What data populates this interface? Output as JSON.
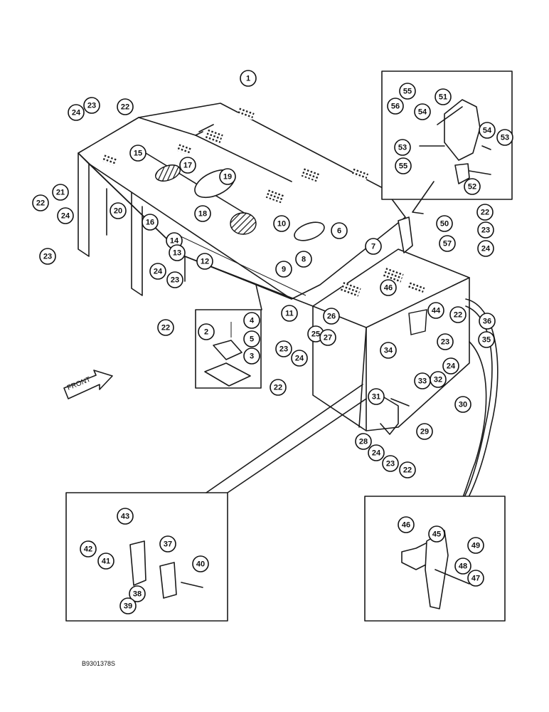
{
  "figure": {
    "code": "B9301378S",
    "direction_label": "FRONT"
  },
  "callouts": [
    "1",
    "2",
    "3",
    "4",
    "5",
    "6",
    "7",
    "8",
    "9",
    "10",
    "11",
    "12",
    "13",
    "14",
    "15",
    "16",
    "17",
    "18",
    "19",
    "20",
    "21",
    "22",
    "23",
    "24",
    "25",
    "26",
    "27",
    "28",
    "29",
    "30",
    "31",
    "32",
    "33",
    "34",
    "35",
    "36",
    "37",
    "38",
    "39",
    "40",
    "41",
    "42",
    "43",
    "44",
    "45",
    "46",
    "47",
    "48",
    "49",
    "50",
    "51",
    "52",
    "53",
    "54",
    "55",
    "56",
    "57"
  ]
}
